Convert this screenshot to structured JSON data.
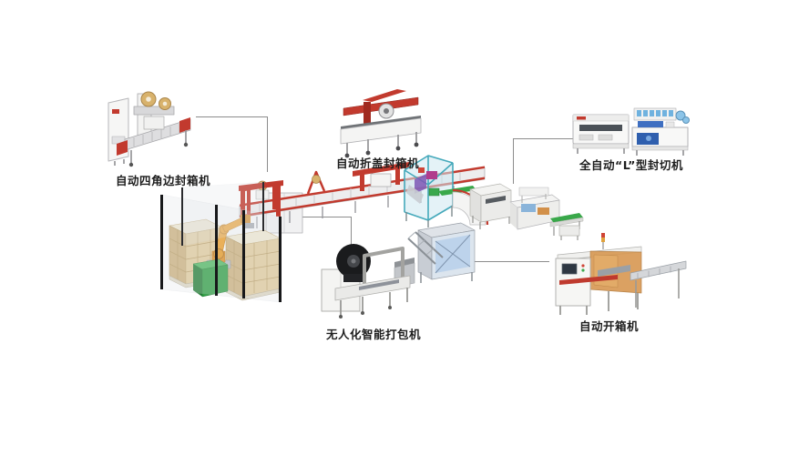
{
  "diagram": {
    "type": "packaging-line-equipment-diagram",
    "background": "#ffffff",
    "machines": [
      {
        "id": "four-corner-edge-sealer",
        "label": "自动四角边封箱机",
        "position": "top-left"
      },
      {
        "id": "flap-fold-carton-sealer",
        "label": "自动折盖封箱机",
        "position": "top-center"
      },
      {
        "id": "l-type-sealing-cutting-machine",
        "label": "全自动“L”型封切机",
        "position": "top-right"
      },
      {
        "id": "unmanned-smart-strapping-machine",
        "label": "无人化智能打包机",
        "position": "bottom-center"
      },
      {
        "id": "automatic-case-erector",
        "label": "自动开箱机",
        "position": "bottom-right"
      }
    ],
    "colors": {
      "machine_red": "#c23a2e",
      "cage_teal": "#57b6c7",
      "robot_orange": "#ef9d22",
      "carton_tan": "#e3cc9c",
      "cube_green": "#2f9e43",
      "belt_green": "#39a84a",
      "panel_blue": "#8ab4da",
      "cardboard_orange": "#d89a55",
      "steel_gray": "#ededee",
      "leader_line_gray": "#8c8c8c",
      "label_text": "#1d1d1d"
    }
  }
}
